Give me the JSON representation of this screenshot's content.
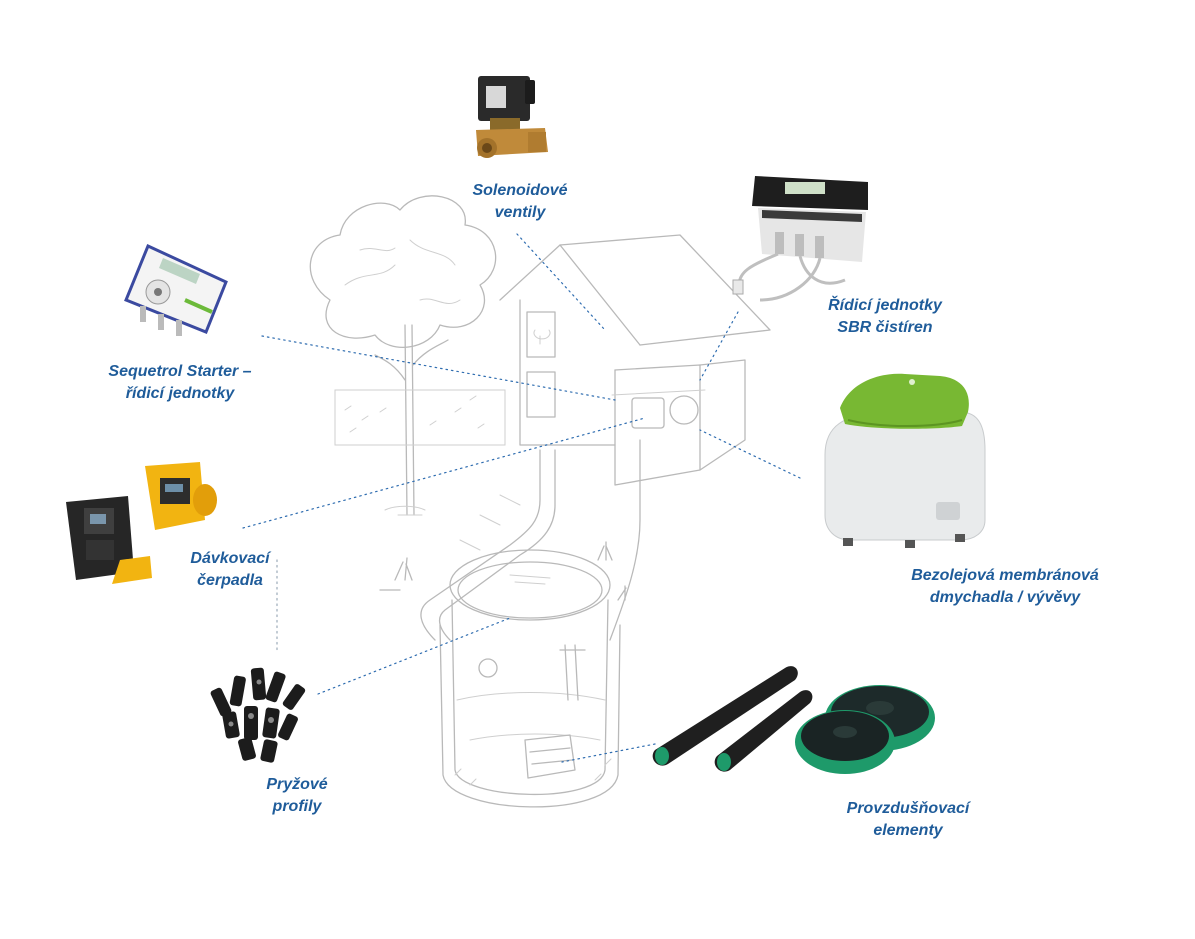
{
  "colors": {
    "label": "#1f5c9a",
    "leader": "#2f6db0",
    "sketch": "#b9b9b9",
    "blower_lid": "#78b833",
    "pump_yellow": "#f2b411",
    "diffuser_green": "#1e9a6a"
  },
  "labels": {
    "solenoid": {
      "line1": "Solenoidové",
      "line2": "ventily"
    },
    "sbr": {
      "line1": "Řídicí jednotky",
      "line2": "SBR čistíren"
    },
    "sequetrol": {
      "line1": "Sequetrol Starter –",
      "line2": "řídicí jednotky"
    },
    "dosing": {
      "line1": "Dávkovací",
      "line2": "čerpadla"
    },
    "blower": {
      "line1": "Bezolejová membránová",
      "line2": "dmychadla / vývěvy"
    },
    "rubber": {
      "line1": "Pryžové",
      "line2": "profily"
    },
    "aeration": {
      "line1": "Provzdušňovací",
      "line2": "elementy"
    }
  }
}
